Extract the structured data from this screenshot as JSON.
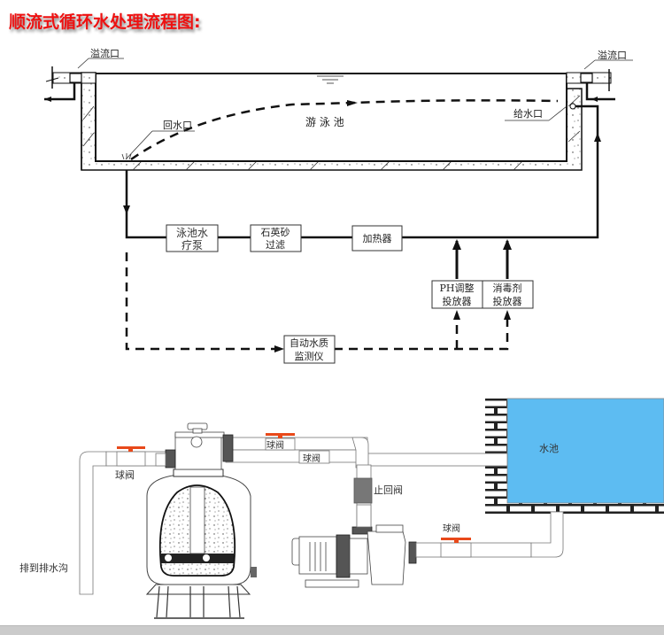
{
  "title": "顺流式循环水处理流程图:",
  "colors": {
    "title": "#ee1111",
    "water": "#5dbcf2",
    "valve_handle": "#e8491a",
    "check_valve": "#777777",
    "footer": "#cbcbcb"
  },
  "schematic": {
    "overflow_left": "溢流口",
    "overflow_right": "溢流口",
    "return_inlet": "回水口",
    "supply_inlet": "给水口",
    "pool": "游 泳 池",
    "boxes": {
      "pump": [
        "泳池水",
        "疗泵"
      ],
      "sand_filter": [
        "石英砂",
        "过滤"
      ],
      "heater": "加热器",
      "ph_dosing": [
        "PH调整",
        "投放器"
      ],
      "disinfectant_dosing": [
        "消毒剂",
        "投放器"
      ],
      "monitor": [
        "自动水质",
        "监测仪"
      ]
    }
  },
  "equipment": {
    "ball_valve_1": "球阀",
    "ball_valve_2": "球阀",
    "ball_valve_3": "球阀",
    "ball_valve_4": "球阀",
    "check_valve": "止回阀",
    "pool": "水池",
    "drain": "排到排水沟"
  }
}
